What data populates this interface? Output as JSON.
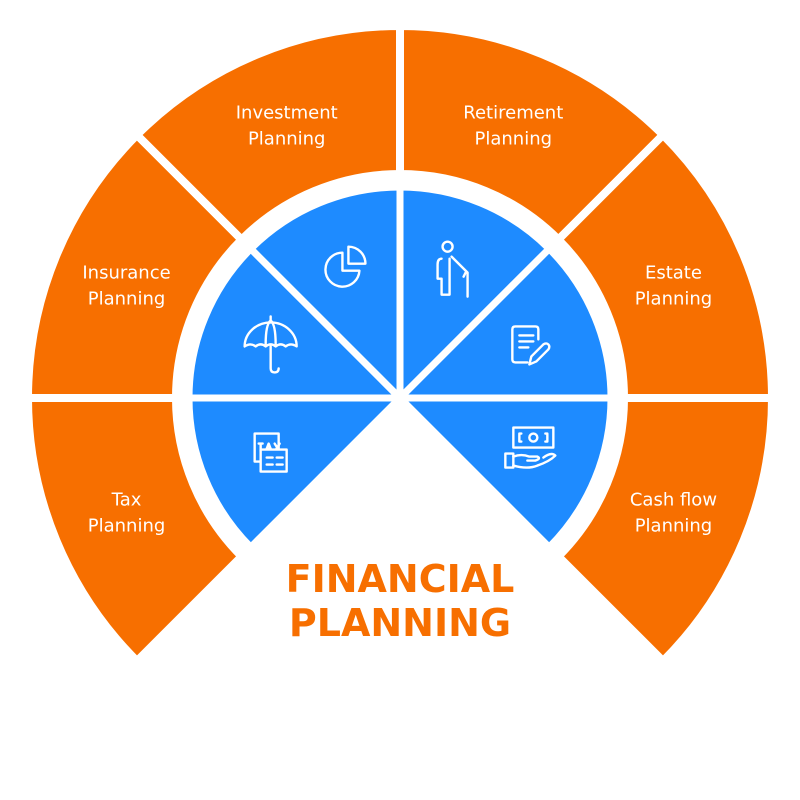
{
  "colors": {
    "outer": "#F76F00",
    "inner": "#1E8BFF",
    "title": "#F76F00",
    "background": "#FFFFFF"
  },
  "title": {
    "line1": "FINANCIAL",
    "line2": "PLANNING"
  },
  "segments": [
    {
      "id": "tax",
      "line1": "Tax",
      "line2": "Planning",
      "icon": "tax-document-icon",
      "start_deg": 180,
      "end_deg": 225
    },
    {
      "id": "insurance",
      "line1": "Insurance",
      "line2": "Planning",
      "icon": "umbrella-icon",
      "start_deg": 135,
      "end_deg": 180
    },
    {
      "id": "investment",
      "line1": "Investment",
      "line2": "Planning",
      "icon": "pie-chart-icon",
      "start_deg": 90,
      "end_deg": 135
    },
    {
      "id": "retirement",
      "line1": "Retirement",
      "line2": "Planning",
      "icon": "elderly-person-icon",
      "start_deg": 45,
      "end_deg": 90
    },
    {
      "id": "estate",
      "line1": "Estate",
      "line2": "Planning",
      "icon": "document-pen-icon",
      "start_deg": 0,
      "end_deg": 45
    },
    {
      "id": "cashflow",
      "line1": "Cash flow",
      "line2": "Planning",
      "icon": "money-hand-icon",
      "start_deg": -45,
      "end_deg": 0
    }
  ]
}
